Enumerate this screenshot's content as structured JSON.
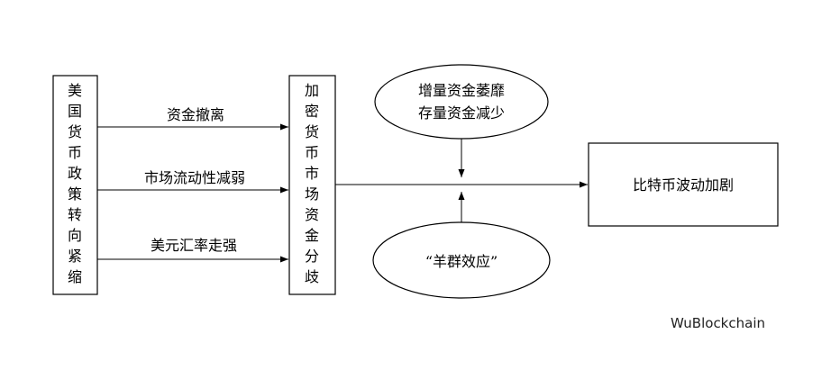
{
  "nodes": {
    "left_box": {
      "label": "美国货币政策转向紧缩",
      "chars": [
        "美",
        "国",
        "货",
        "币",
        "政",
        "策",
        "转",
        "向",
        "紧",
        "缩"
      ]
    },
    "middle_box": {
      "label": "加密货币市场资金分歧",
      "chars": [
        "加",
        "密",
        "货",
        "币",
        "市",
        "场",
        "资",
        "金",
        "分",
        "歧"
      ]
    },
    "top_ellipse": {
      "line1": "增量资金萎靡",
      "line2": "存量资金减少"
    },
    "bottom_ellipse": {
      "label": "“羊群效应”"
    },
    "result_box": {
      "label": "比特币波动加剧"
    }
  },
  "edges": {
    "arrow1_label": "资金撤离",
    "arrow2_label": "市场流动性减弱",
    "arrow3_label": "美元汇率走强"
  },
  "watermark": "WuBlockchain"
}
